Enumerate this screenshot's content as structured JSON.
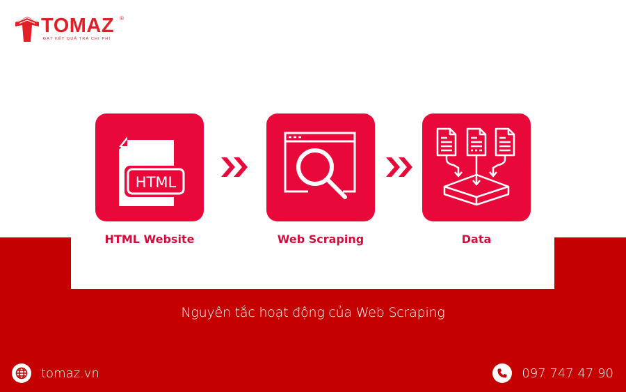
{
  "brand": {
    "name": "TOMAZ",
    "registered_mark": "®",
    "tagline": "ĐẠT KẾT QUẢ TRẢ CHI PHÍ",
    "color": "#e21f26"
  },
  "diagram": {
    "steps": [
      {
        "label": "HTML Website",
        "icon": "html-file-icon",
        "icon_text": "HTML"
      },
      {
        "label": "Web Scraping",
        "icon": "browser-search-icon"
      },
      {
        "label": "Data",
        "icon": "documents-to-database-icon"
      }
    ],
    "connectors": [
      "double-chevron-right-icon",
      "double-chevron-right-icon"
    ],
    "box_color": "#e8083a",
    "label_color": "#d50c3a"
  },
  "caption": "Nguyên tắc hoạt động của Web Scraping",
  "footer": {
    "website": {
      "icon": "globe-icon",
      "text": "tomaz.vn"
    },
    "phone": {
      "icon": "phone-icon",
      "text": "097 747 47 90"
    },
    "band_color": "#c40000"
  }
}
